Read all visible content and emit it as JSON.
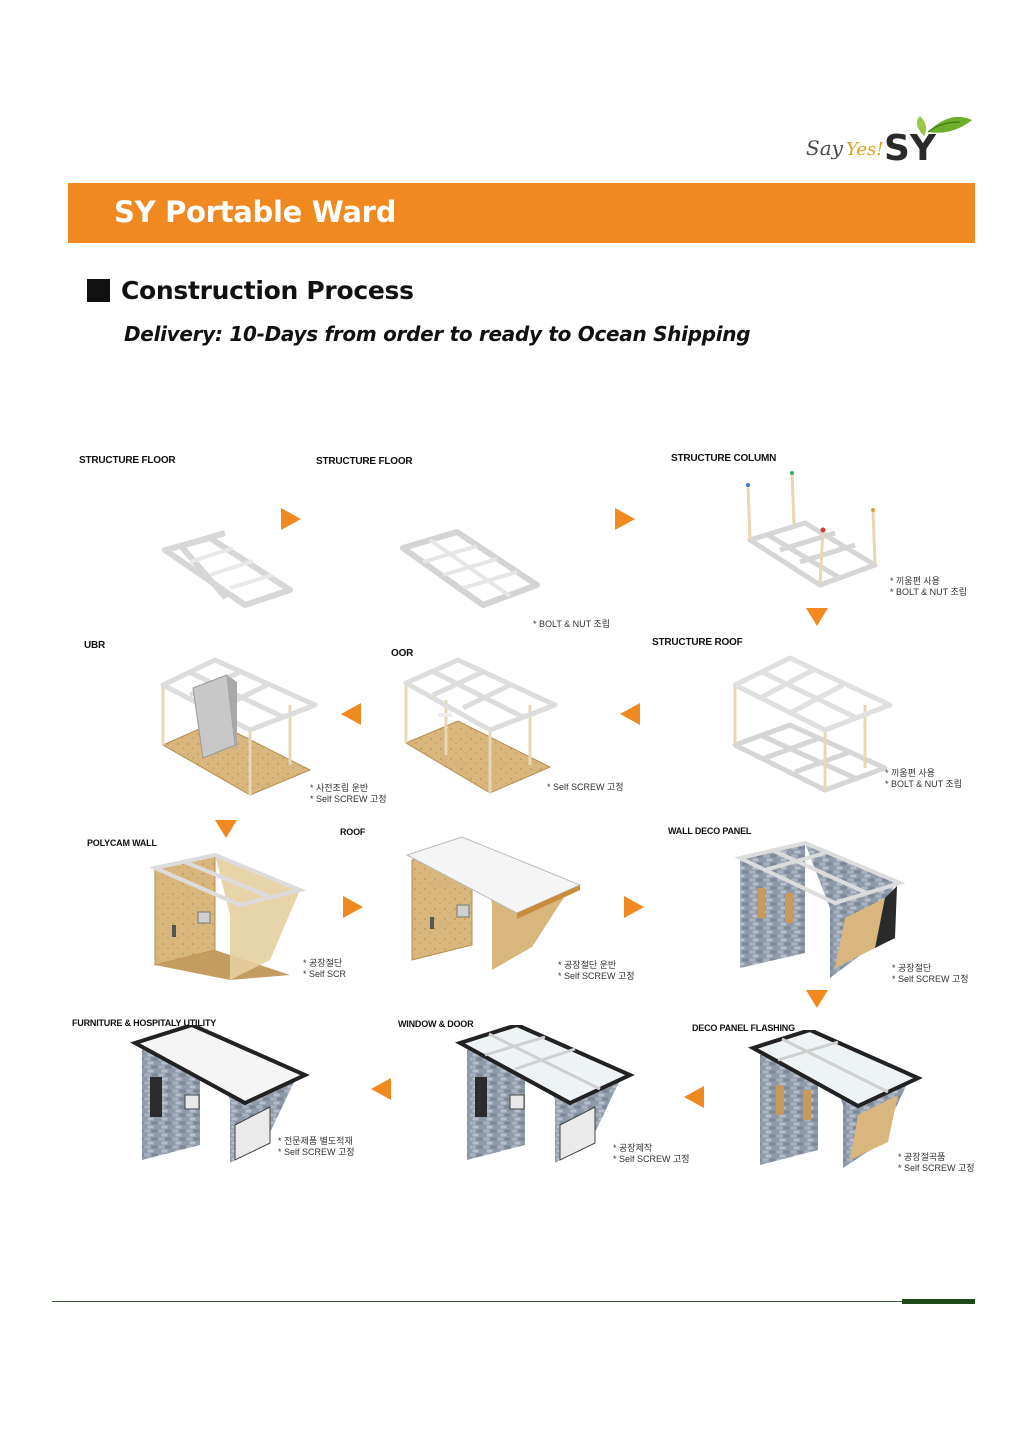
{
  "logo": {
    "text_say": "Say",
    "text_yes": "Yes!",
    "text_sy": "SY",
    "icon": "leaf-icon"
  },
  "banner": {
    "title": "SY Portable Ward"
  },
  "section": {
    "title": "Construction Process",
    "delivery": "Delivery: 10-Days  from order to ready to Ocean Shipping"
  },
  "colors": {
    "accent": "#f0891f",
    "footer": "#1d4a1b"
  },
  "steps": {
    "s1": {
      "label": "STRUCTURE FLOOR"
    },
    "s2": {
      "label": "STRUCTURE FLOOR",
      "note": "* BOLT & NUT 조립"
    },
    "s3": {
      "label": "STRUCTURE COLUMN",
      "note": "* 끼움편 사용\n* BOLT & NUT 조립"
    },
    "s4": {
      "label": "STRUCTURE ROOF",
      "note": "* 끼움편 사용\n* BOLT & NUT 조립"
    },
    "s5": {
      "label": "OOR",
      "note": "* Self SCREW 고정"
    },
    "s6": {
      "label": "UBR",
      "note": "* 사전조립 운반\n* Self SCREW 고정"
    },
    "s7": {
      "label": "POLYCAM WALL",
      "note": "* 공장절단\n* Self SCR"
    },
    "s8": {
      "label": "ROOF",
      "note": "* 공장절단 운반\n* Self SCREW 고정"
    },
    "s9": {
      "label": "WALL DECO PANEL",
      "note": "* 공장절단\n* Self SCREW 고정"
    },
    "s10": {
      "label": "DECO PANEL FLASHING",
      "note": "* 공장절곡품\n* Self SCREW 고정"
    },
    "s11": {
      "label": "WINDOW & DOOR",
      "note": "* 공장제작\n* Self SCREW 고정"
    },
    "s12": {
      "label": "FURNITURE  & HOSPITALY UTILITY",
      "note": "* 전문제품 별도적재\n* Self SCREW 고정"
    }
  }
}
